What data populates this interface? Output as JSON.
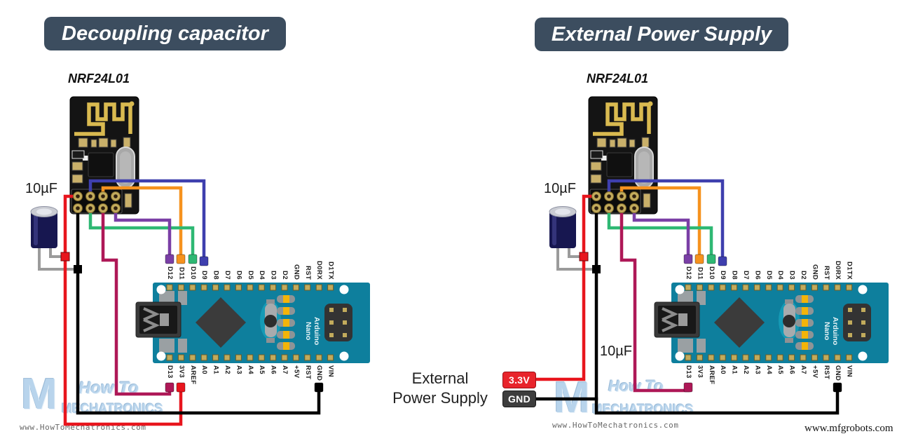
{
  "credit": "www.mfgrobots.com",
  "watermark": {
    "monogram": "M",
    "line1": "How To",
    "line2": "MECHATRONICS",
    "url": "www.HowToMechatronics.com"
  },
  "arduino": {
    "board_name_line1": "Arduino",
    "board_name_line2": "Nano",
    "top_pins": [
      "D12",
      "D11",
      "D10",
      "D9",
      "D8",
      "D7",
      "D6",
      "D5",
      "D4",
      "D3",
      "D2",
      "GND",
      "RST",
      "D0RX",
      "D1TX"
    ],
    "bottom_pins": [
      "D13",
      "3V3",
      "AREF",
      "A0",
      "A1",
      "A2",
      "A3",
      "A4",
      "A5",
      "A6",
      "A7",
      "+5V",
      "RST",
      "GND",
      "VIN"
    ]
  },
  "panels": [
    {
      "title": "Decoupling capacitor",
      "module": "NRF24L01",
      "cap": "10µF"
    },
    {
      "title": "External Power Supply",
      "module": "NRF24L01",
      "cap": "10µF",
      "cap2": "10µF",
      "supply": {
        "line1": "External",
        "line2": "Power Supply",
        "pos": "3.3V",
        "neg": "GND"
      }
    }
  ],
  "colors": {
    "badge": "#3c4d5f",
    "wire_red": "#e8151d",
    "wire_black": "#000000",
    "wire_blue": "#3e3fae",
    "wire_orange": "#f6921e",
    "wire_green": "#2eb873",
    "wire_purple": "#7a3fa6",
    "wire_maroon": "#ae1857",
    "wire_gray": "#9b9b9b",
    "pin_gold": "#c2ab5c",
    "board": "#0e7f9d",
    "nrf_pcb": "#141414",
    "antenna_gold": "#d9ba50",
    "cap_navy": "#171750",
    "supply_pos_bg": "#e8242b",
    "supply_neg_bg": "#3d3d3d",
    "watermark": "#a9cbe8"
  }
}
